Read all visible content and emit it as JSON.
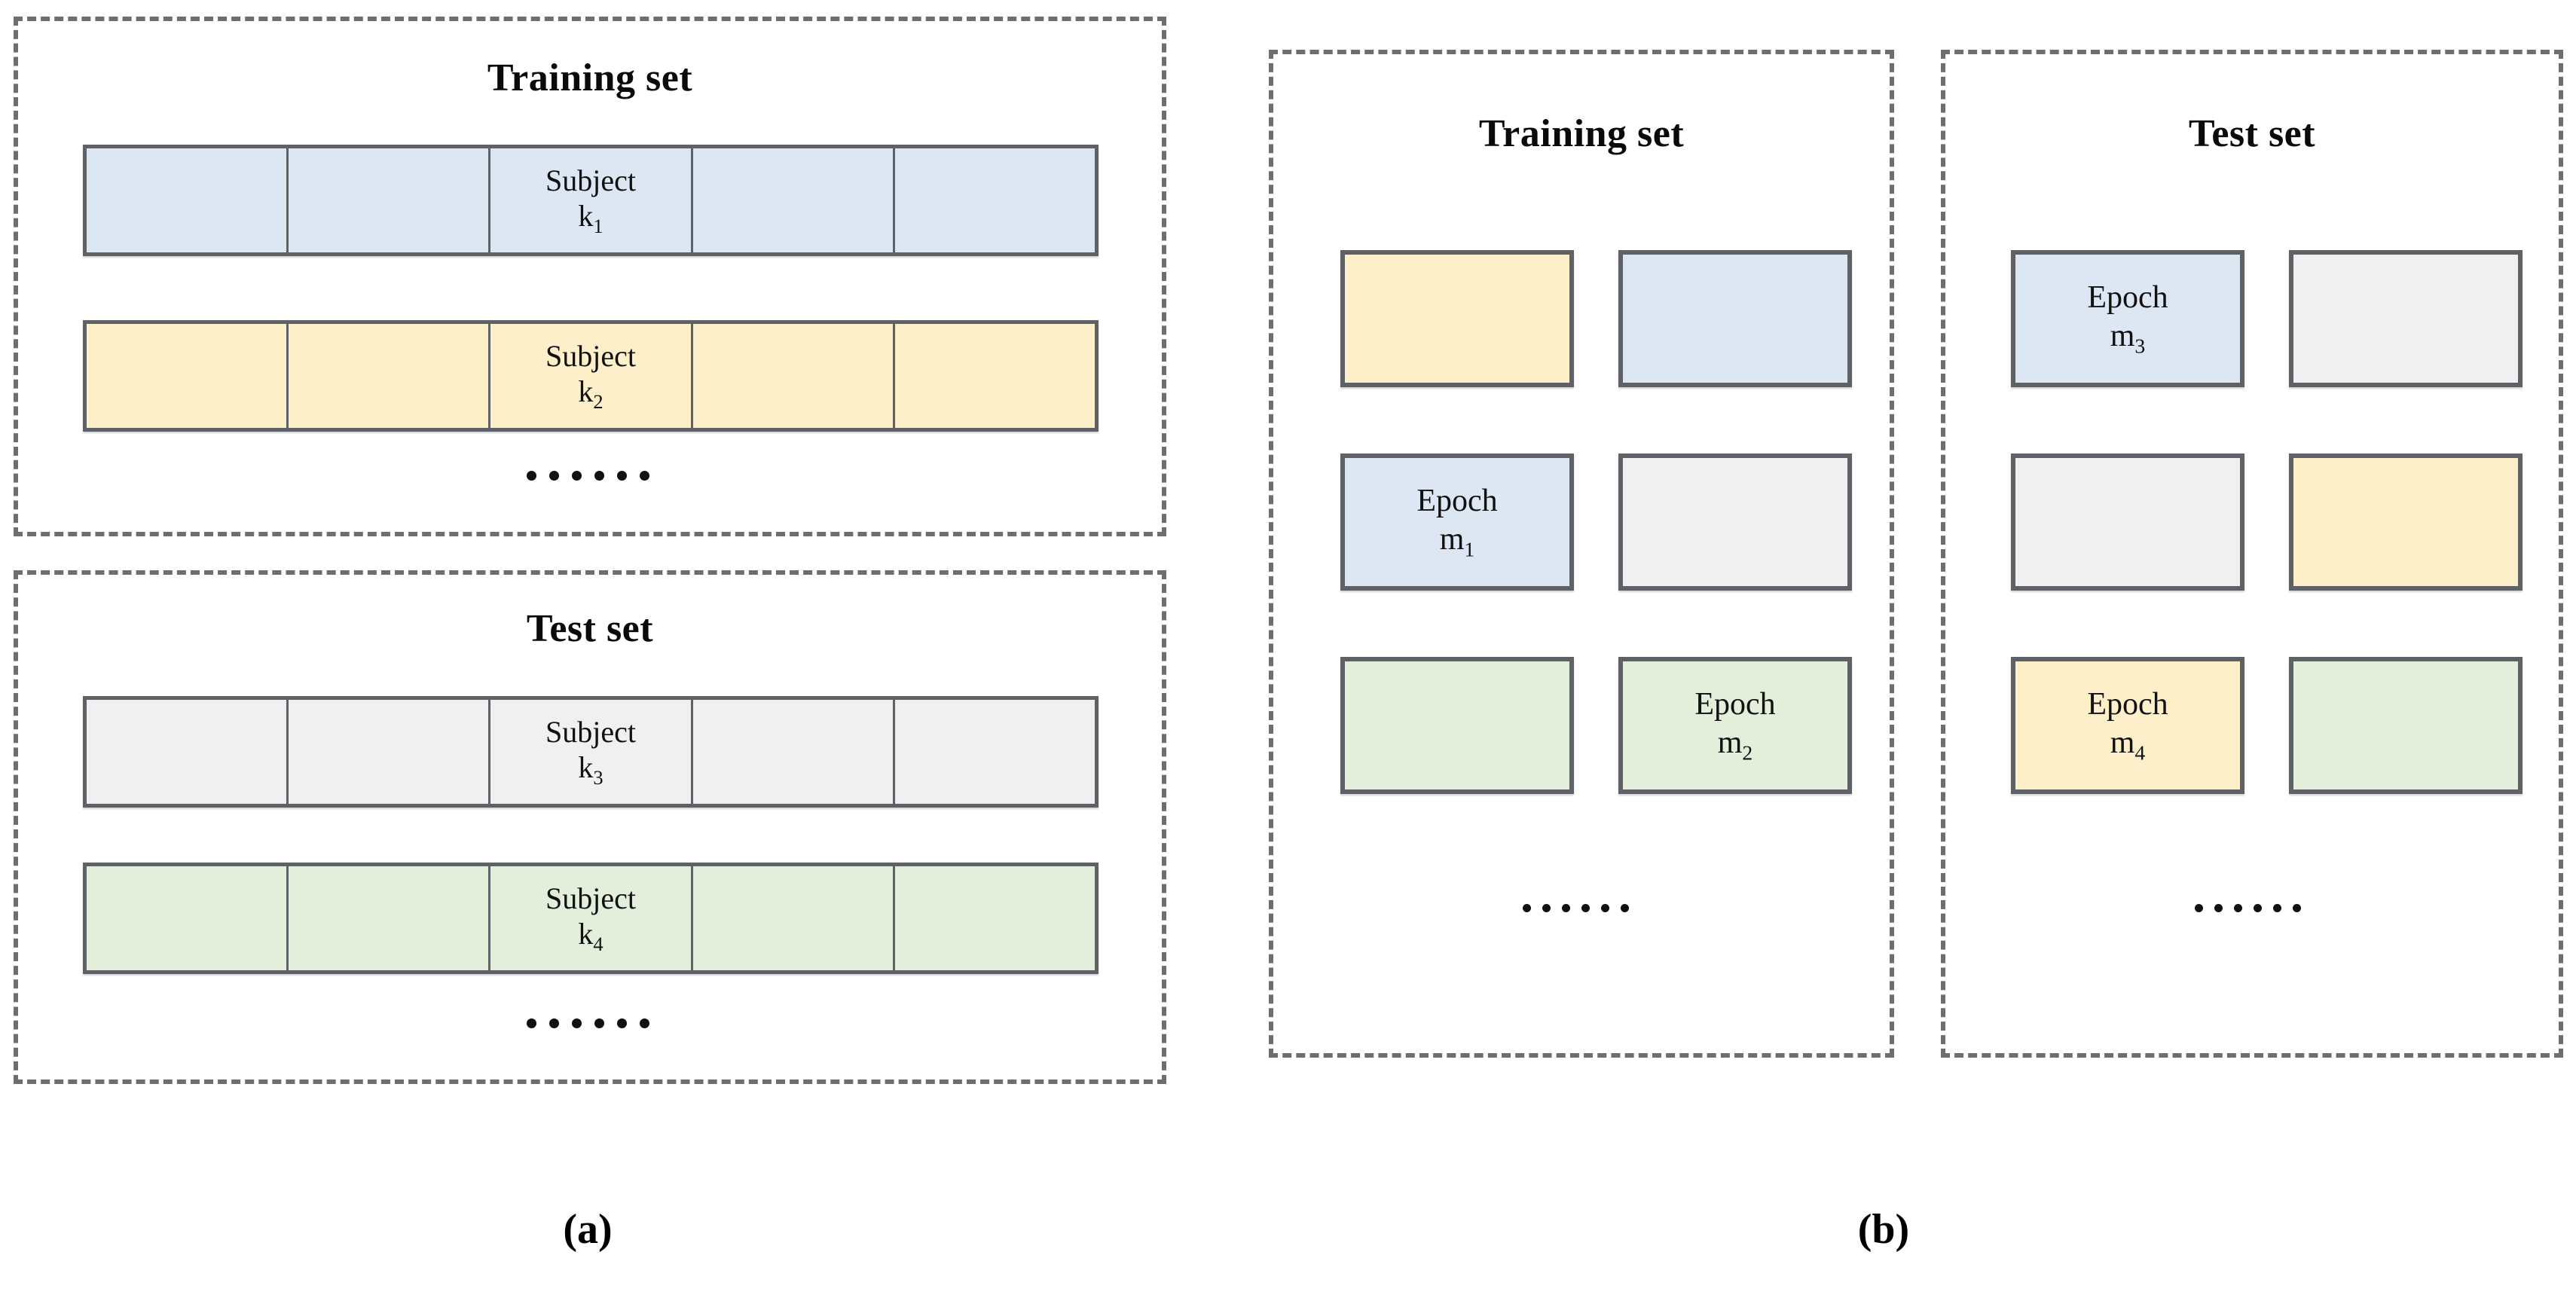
{
  "figure": {
    "captions": [
      {
        "id": "a",
        "text": "(a)"
      },
      {
        "id": "b",
        "text": "(b)"
      }
    ]
  },
  "colors": {
    "blue": "#dde7f3",
    "yellow": "#fdefca",
    "gray": "#f0f0f0",
    "green": "#e3efdb",
    "box_border": "#5e6166",
    "dashed_border": "#6e6e6e",
    "text": "#111111",
    "background": "#ffffff"
  },
  "panel_a": {
    "training": {
      "title": "Training set",
      "ellipsis_dots": 6,
      "strips": [
        {
          "name": "subject-k1-strip",
          "color": "blue",
          "cells": 5,
          "label_cell_index": 2,
          "label_line1": "Subject",
          "label_line2_base": "k",
          "label_line2_sub": "1"
        },
        {
          "name": "subject-k2-strip",
          "color": "yellow",
          "cells": 5,
          "label_cell_index": 2,
          "label_line1": "Subject",
          "label_line2_base": "k",
          "label_line2_sub": "2"
        }
      ]
    },
    "test": {
      "title": "Test set",
      "ellipsis_dots": 6,
      "strips": [
        {
          "name": "subject-k3-strip",
          "color": "gray",
          "cells": 5,
          "label_cell_index": 2,
          "label_line1": "Subject",
          "label_line2_base": "k",
          "label_line2_sub": "3"
        },
        {
          "name": "subject-k4-strip",
          "color": "green",
          "cells": 5,
          "label_cell_index": 2,
          "label_line1": "Subject",
          "label_line2_base": "k",
          "label_line2_sub": "4"
        }
      ]
    }
  },
  "panel_b": {
    "training": {
      "title": "Training set",
      "ellipsis_dots": 6,
      "boxes": [
        {
          "name": "epoch-box-b-train-r1c1",
          "color": "yellow",
          "label_line1": "",
          "label_line2_base": "",
          "label_line2_sub": ""
        },
        {
          "name": "epoch-box-b-train-r1c2",
          "color": "blue",
          "label_line1": "",
          "label_line2_base": "",
          "label_line2_sub": ""
        },
        {
          "name": "epoch-box-b-train-r2c1",
          "color": "blue",
          "label_line1": "Epoch",
          "label_line2_base": "m",
          "label_line2_sub": "1"
        },
        {
          "name": "epoch-box-b-train-r2c2",
          "color": "gray",
          "label_line1": "",
          "label_line2_base": "",
          "label_line2_sub": ""
        },
        {
          "name": "epoch-box-b-train-r3c1",
          "color": "green",
          "label_line1": "",
          "label_line2_base": "",
          "label_line2_sub": ""
        },
        {
          "name": "epoch-box-b-train-r3c2",
          "color": "green",
          "label_line1": "Epoch",
          "label_line2_base": "m",
          "label_line2_sub": "2"
        }
      ]
    },
    "test": {
      "title": "Test set",
      "ellipsis_dots": 6,
      "boxes": [
        {
          "name": "epoch-box-b-test-r1c1",
          "color": "blue",
          "label_line1": "Epoch",
          "label_line2_base": "m",
          "label_line2_sub": "3"
        },
        {
          "name": "epoch-box-b-test-r1c2",
          "color": "gray",
          "label_line1": "",
          "label_line2_base": "",
          "label_line2_sub": ""
        },
        {
          "name": "epoch-box-b-test-r2c1",
          "color": "gray",
          "label_line1": "",
          "label_line2_base": "",
          "label_line2_sub": ""
        },
        {
          "name": "epoch-box-b-test-r2c2",
          "color": "yellow",
          "label_line1": "",
          "label_line2_base": "",
          "label_line2_sub": ""
        },
        {
          "name": "epoch-box-b-test-r3c1",
          "color": "yellow",
          "label_line1": "Epoch",
          "label_line2_base": "m",
          "label_line2_sub": "4"
        },
        {
          "name": "epoch-box-b-test-r3c2",
          "color": "green",
          "label_line1": "",
          "label_line2_base": "",
          "label_line2_sub": ""
        }
      ]
    }
  }
}
